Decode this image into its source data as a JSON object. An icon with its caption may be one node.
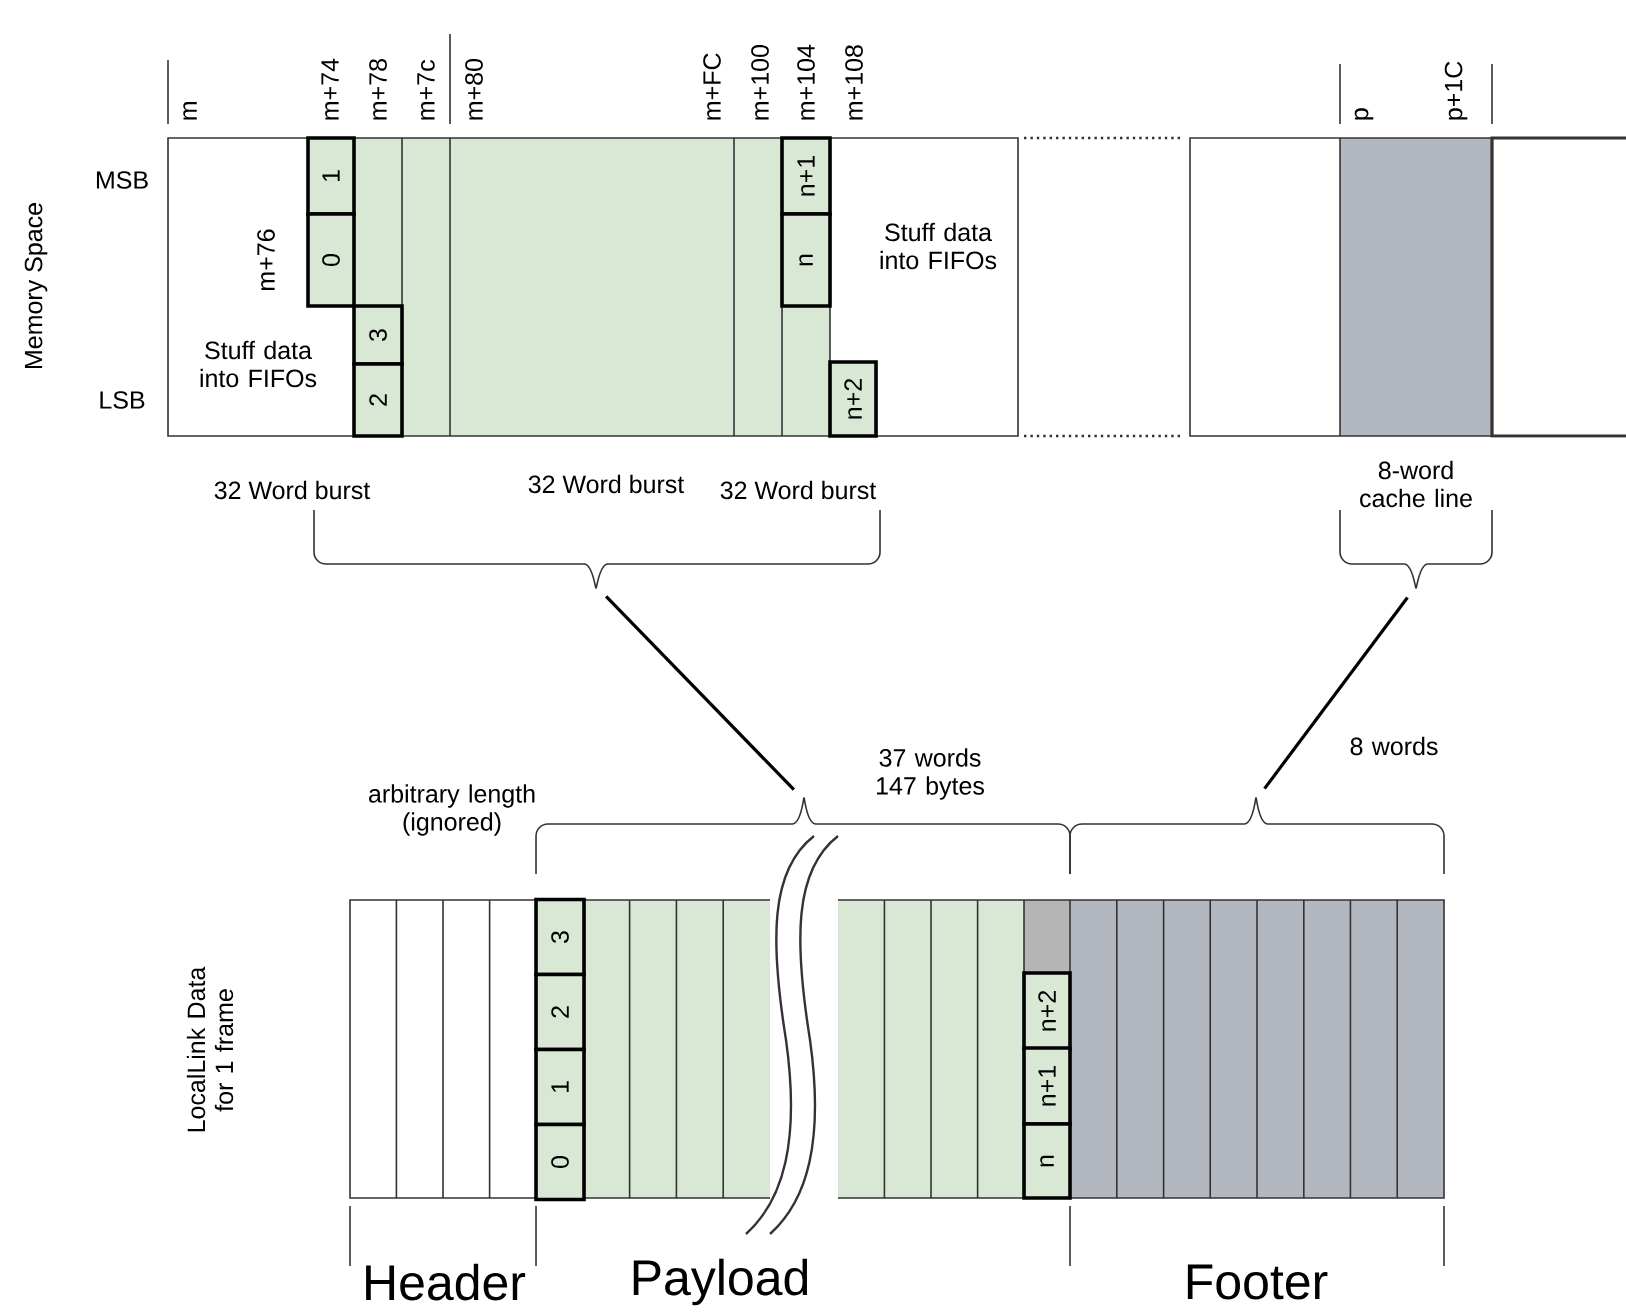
{
  "diagram": {
    "nodes": [
      {
        "text": [
          "1"
        ]
      },
      {
        "text": [
          "0"
        ]
      },
      {
        "text": [
          "3"
        ]
      },
      {
        "text": [
          "2"
        ]
      },
      {
        "text": [
          "n+1"
        ]
      },
      {
        "text": [
          "n"
        ]
      },
      {
        "text": [
          "n+2"
        ]
      },
      {
        "text": [],
        "shape": "brace"
      },
      {
        "text": [
          "8-word cache line"
        ]
      },
      {
        "text": [
          "37 words 147 bytes"
        ]
      },
      {
        "text": [
          "8 words"
        ]
      },
      {
        "text": [
          "3"
        ]
      },
      {
        "text": [
          "2"
        ]
      },
      {
        "text": [
          "1"
        ]
      },
      {
        "text": [
          "0"
        ]
      },
      {
        "text": [
          "n+2"
        ]
      },
      {
        "text": [
          "n+1"
        ]
      },
      {
        "text": [
          "n"
        ]
      }
    ],
    "edges": [
      {
        "from": 7,
        "to": 9,
        "arrow": "none"
      },
      {
        "from": 8,
        "to": 10,
        "arrow": "none"
      }
    ],
    "labels": [
      "m",
      "m+74",
      "m+78",
      "m+7c",
      "m+80",
      "m+FC",
      "m+100",
      "m+104",
      "m+108",
      "p",
      "p+1C",
      "MSB",
      "LSB",
      "Memory Space",
      "m+76",
      "Stuff data into FIFOs",
      "Stuff data into FIFOs",
      "32 Word burst",
      "32 Word burst",
      "32 Word burst",
      "arbitrary length (ignored)",
      "LocalLink Data for 1 frame",
      "Header",
      "Payload",
      "Footer"
    ]
  }
}
